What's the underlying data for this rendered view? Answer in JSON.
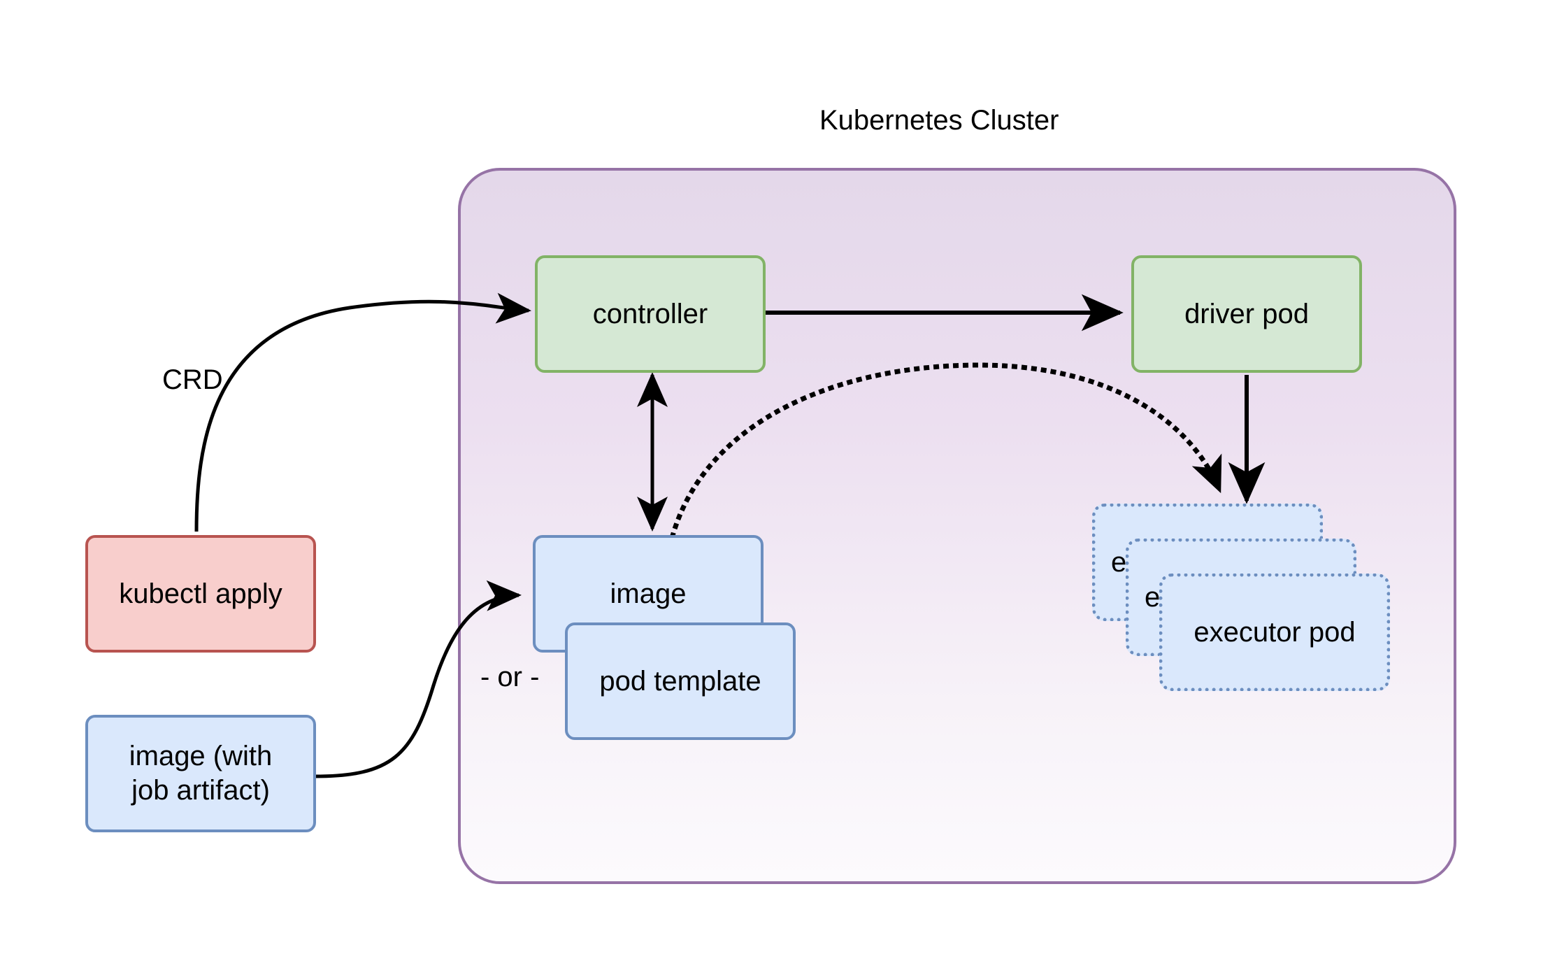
{
  "diagram": {
    "title": "Kubernetes Cluster",
    "background_color": "#ffffff"
  },
  "cluster": {
    "label": "Kubernetes Cluster",
    "border_color": "#9673a6",
    "fill_top": "#e4d8ea",
    "fill_bottom": "#fcfafd"
  },
  "nodes": {
    "controller": {
      "label": "controller",
      "fill": "#d5e8d4",
      "stroke": "#82b366"
    },
    "driver_pod": {
      "label": "driver pod",
      "fill": "#d5e8d4",
      "stroke": "#82b366"
    },
    "kubectl_apply": {
      "label": "kubectl apply",
      "fill": "#f8cecc",
      "stroke": "#b85450"
    },
    "image_with_job_artifact": {
      "label": "image (with\njob artifact)",
      "fill": "#dae8fc",
      "stroke": "#6c8ebf"
    },
    "image": {
      "label": "image",
      "fill": "#dae8fc",
      "stroke": "#6c8ebf"
    },
    "pod_template": {
      "label": "pod template",
      "fill": "#dae8fc",
      "stroke": "#6c8ebf"
    },
    "executor_pods": {
      "labels": [
        "executor pod",
        "executor pod",
        "executor pod"
      ],
      "fill": "#dae8fc",
      "stroke": "#6c8ebf",
      "border_style": "dotted",
      "count": 3
    }
  },
  "edge_labels": {
    "crd": "CRD",
    "or": "- or -"
  },
  "edges": [
    {
      "name": "kubectl-apply-to-controller",
      "label": "CRD",
      "style": "solid",
      "arrow": "single"
    },
    {
      "name": "controller-to-driver-pod",
      "label": "",
      "style": "solid",
      "arrow": "single"
    },
    {
      "name": "controller-to-image",
      "label": "",
      "style": "solid",
      "arrow": "double"
    },
    {
      "name": "image-artifact-to-image",
      "label": "",
      "style": "solid",
      "arrow": "single"
    },
    {
      "name": "image-to-executor-pods",
      "label": "",
      "style": "dotted",
      "arrow": "single"
    },
    {
      "name": "driver-pod-to-executor-pods",
      "label": "",
      "style": "solid",
      "arrow": "single"
    }
  ]
}
